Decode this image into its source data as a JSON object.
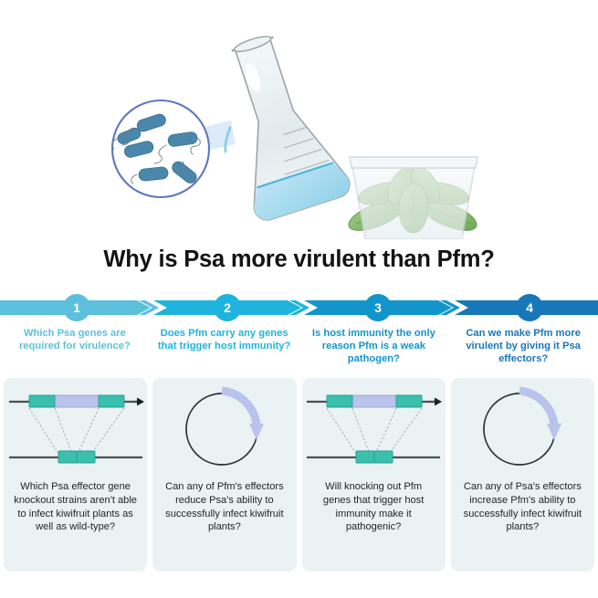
{
  "title": "Why is Psa more virulent than Pfm?",
  "hero": {
    "flask_label": "erlenmeyer-flask-pouring",
    "magnifier_label": "bacteria-magnified-circle",
    "plant_label": "kiwifruit-plant-in-pot",
    "bacteria_count": 6,
    "liquid_color": "#a9dcf0",
    "glass_color": "#e6ecee",
    "bacteria_color": "#4a87ab",
    "leaf_color": "#7cb262",
    "pot_color": "#eef3f5"
  },
  "steps": [
    {
      "number": "1",
      "caption": "Which Psa genes are required for virulence?",
      "color": "#5cc0dd"
    },
    {
      "number": "2",
      "caption": "Does Pfm carry any genes that trigger host immunity?",
      "color": "#1eb4dd"
    },
    {
      "number": "3",
      "caption": "Is host immunity the only reason Pfm is a weak pathogen?",
      "color": "#1295ca"
    },
    {
      "number": "4",
      "caption": "Can we make Pfm more virulent by giving it Psa effectors?",
      "color": "#1877b8"
    }
  ],
  "cards": [
    {
      "art": "gene-knockout-diagram",
      "text": "Which Psa effector gene knockout strains aren't able to infect kiwifruit plants as well as wild-type?"
    },
    {
      "art": "plasmid-circle-diagram",
      "text": "Can any of Pfm's effectors reduce Psa's ability to successfully infect kiwifruit plants?"
    },
    {
      "art": "gene-knockout-diagram",
      "text": "Will knocking out Pfm genes that trigger host immunity make it pathogenic?"
    },
    {
      "art": "plasmid-circle-diagram",
      "text": "Can any of Psa's effectors increase Pfm's ability to successfully infect kiwifruit plants?"
    }
  ],
  "palette": {
    "card_background": "#eaf2f3",
    "gene_box": "#3cc0ae",
    "gene_insert": "#b9c3ec",
    "gene_line": "#4a4f55",
    "plasmid_ring": "#2b2f36",
    "plasmid_arrow": "#b9c3ec",
    "title_color": "#131313"
  }
}
